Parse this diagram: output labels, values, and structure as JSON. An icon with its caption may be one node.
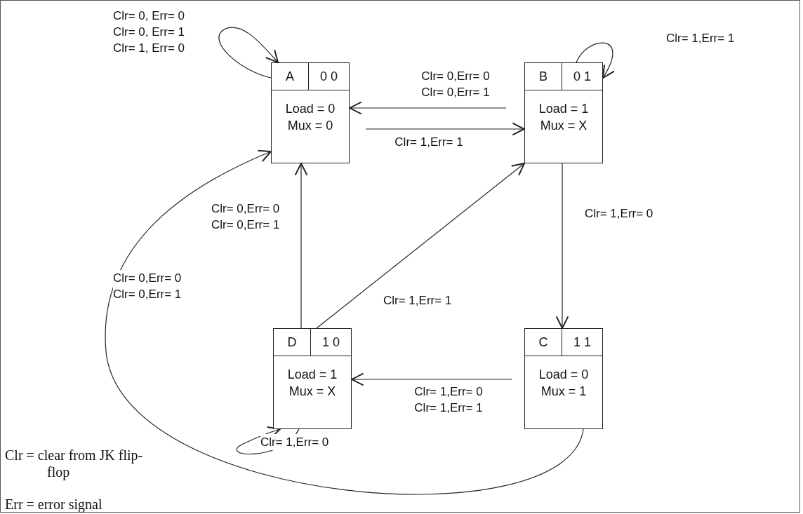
{
  "diagram": {
    "nodes": [
      {
        "text": [
          "A",
          "0 0",
          "Load = 0",
          "Mux = 0"
        ]
      },
      {
        "text": [
          "B",
          "0 1",
          "Load = 1",
          "Mux = X"
        ]
      },
      {
        "text": [
          "D",
          "1 0",
          "Load = 1",
          "Mux = X"
        ]
      },
      {
        "text": [
          "C",
          "1 1",
          "Load = 0",
          "Mux = 1"
        ]
      }
    ],
    "edges": [
      {
        "from": 0,
        "to": 0,
        "arrow": "to",
        "label": "Clr= 0, Err= 0 Clr= 0, Err= 1 Clr= 1, Err= 0"
      },
      {
        "from": 1,
        "to": 0,
        "arrow": "to",
        "label": "Clr= 0,Err= 0 Clr= 0,Err= 1"
      },
      {
        "from": 0,
        "to": 1,
        "arrow": "to",
        "label": "Clr= 1,Err= 1"
      },
      {
        "from": 1,
        "to": 1,
        "arrow": "to",
        "label": "Clr= 1,Err= 1"
      },
      {
        "from": 1,
        "to": 3,
        "arrow": "to",
        "label": "Clr= 1,Err= 0"
      },
      {
        "from": 3,
        "to": 2,
        "arrow": "to",
        "label": "Clr= 1,Err= 0 Clr= 1,Err= 1"
      },
      {
        "from": 2,
        "to": 0,
        "arrow": "to",
        "label": "Clr= 0,Err= 0 Clr= 0,Err= 1"
      },
      {
        "from": 2,
        "to": 1,
        "arrow": "to",
        "label": "Clr= 1,Err= 1"
      },
      {
        "from": 3,
        "to": 0,
        "arrow": "to",
        "label": "Clr= 0,Err= 0 Clr= 0,Err= 1"
      },
      {
        "from": 2,
        "to": 2,
        "arrow": "to",
        "label": "Clr= 1,Err= 0"
      }
    ],
    "labels": [
      "Clr = clear from JK flip-flop",
      "Err = error signal"
    ]
  }
}
